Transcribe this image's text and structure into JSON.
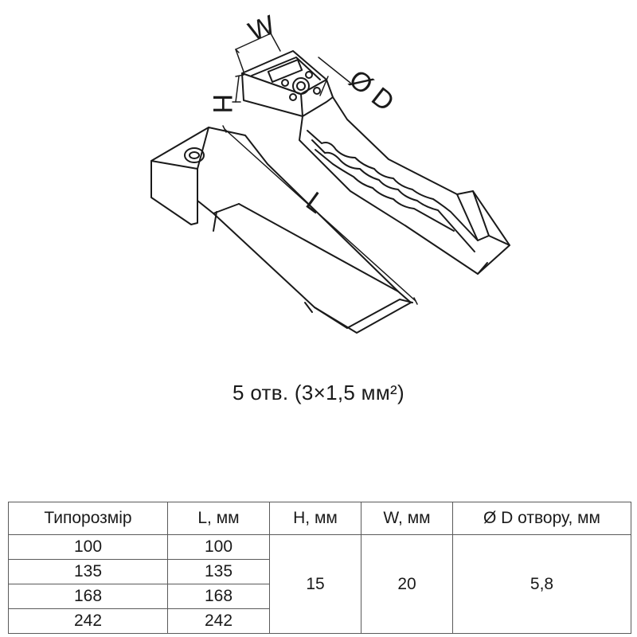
{
  "drawing": {
    "dimension_labels": {
      "width": "W",
      "height": "H",
      "diameter": "Ø D",
      "length": "L"
    }
  },
  "caption": "5 отв. (3×1,5 мм²)",
  "table": {
    "headers": [
      "Типорозмір",
      "L, мм",
      "H, мм",
      "W, мм",
      "Ø D отвору, мм"
    ],
    "rows": [
      {
        "size": "100",
        "length": "100"
      },
      {
        "size": "135",
        "length": "135"
      },
      {
        "size": "168",
        "length": "168"
      },
      {
        "size": "242",
        "length": "242"
      }
    ],
    "common": {
      "height": "15",
      "width": "20",
      "hole_diameter": "5,8"
    }
  },
  "colors": {
    "line": "#1a1a1a",
    "border": "#5a5a5a",
    "background": "#ffffff"
  }
}
